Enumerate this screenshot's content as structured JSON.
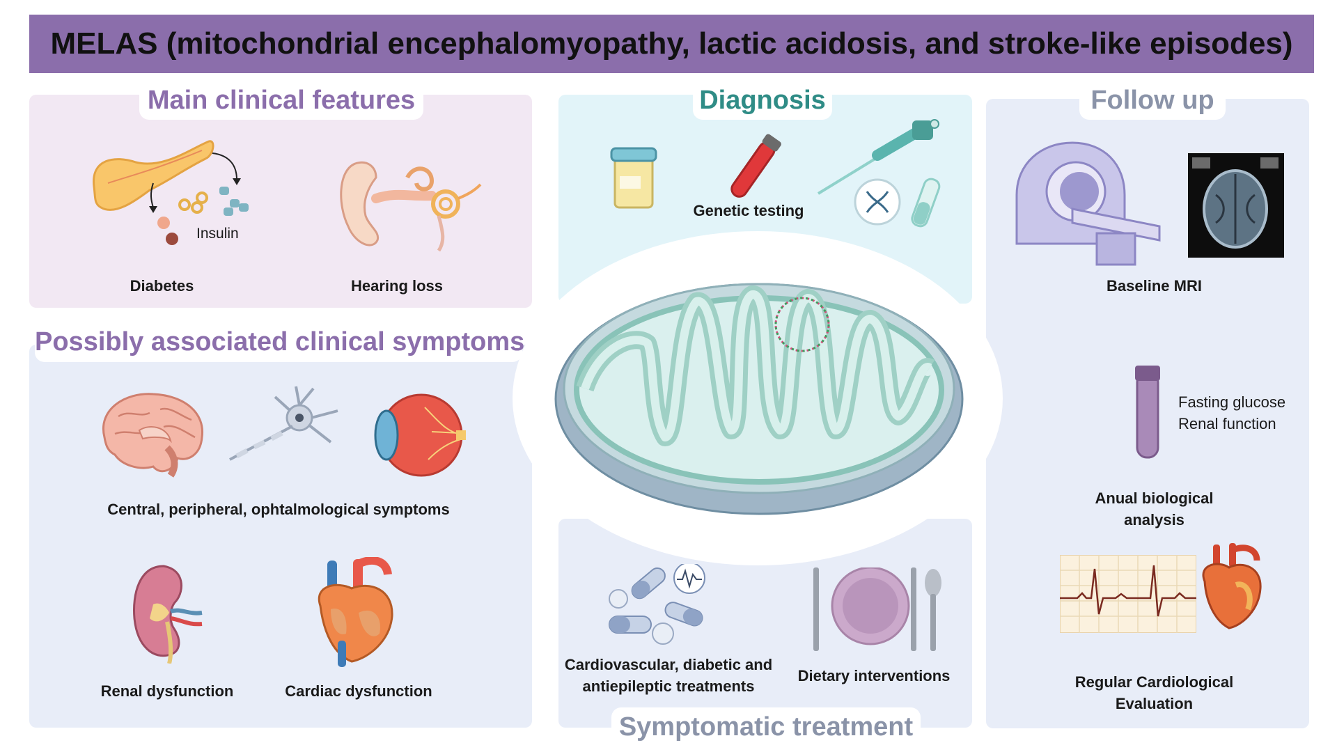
{
  "title": "MELAS (mitochondrial encephalomyopathy, lactic acidosis, and stroke-like episodes)",
  "main_features": {
    "heading": "Main clinical features",
    "insulin_label": "Insulin",
    "items": [
      "Diabetes",
      "Hearing loss"
    ]
  },
  "associated": {
    "heading": "Possibly associated clinical symptoms",
    "neuro_label": "Central, peripheral, ophtalmological symptoms",
    "items": [
      "Renal dysfunction",
      "Cardiac dysfunction"
    ]
  },
  "diagnosis": {
    "heading": "Diagnosis",
    "genetic_label": "Genetic testing"
  },
  "treatment": {
    "heading": "Symptomatic treatment",
    "drug_label_1": "Cardiovascular, diabetic and",
    "drug_label_2": "antiepileptic treatments",
    "diet_label": "Dietary interventions"
  },
  "follow_up": {
    "heading": "Follow up",
    "mri_label": "Baseline MRI",
    "bio_items": [
      "Fasting glucose",
      "Renal function"
    ],
    "bio_label_1": "Anual biological",
    "bio_label_2": "analysis",
    "cardio_label_1": "Regular Cardiological",
    "cardio_label_2": "Evaluation"
  },
  "colors": {
    "banner": "#8b6eab",
    "heading_purple": "#8b6eab",
    "heading_teal": "#2f8c86",
    "heading_grey": "#8a93a8",
    "panel_pink": "#f2e8f3",
    "panel_blue": "#e8edf8",
    "panel_cyan": "#e2f4f9"
  }
}
